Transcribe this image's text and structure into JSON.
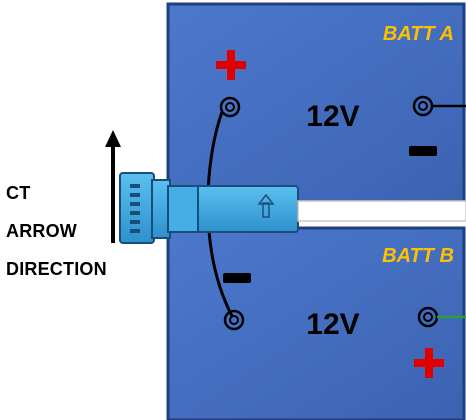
{
  "batteries": [
    {
      "name": "BATT A",
      "voltage": "12V"
    },
    {
      "name": "BATT B",
      "voltage": "12V"
    }
  ],
  "ct_label": {
    "line1": "CT",
    "line2": "ARROW",
    "line3": "DIRECTION"
  },
  "colors": {
    "battery_fill": "#4A72C4",
    "battery_border": "#1F3F7F",
    "batt_name": "#FFC000",
    "positive": "#E00000",
    "negative": "#000000",
    "ct_body": "#3FA8E0",
    "ground_wire": "#2E9E3E"
  },
  "icons": [
    "plus-sign-icon",
    "minus-sign-icon",
    "terminal-icon",
    "up-arrow-icon"
  ]
}
